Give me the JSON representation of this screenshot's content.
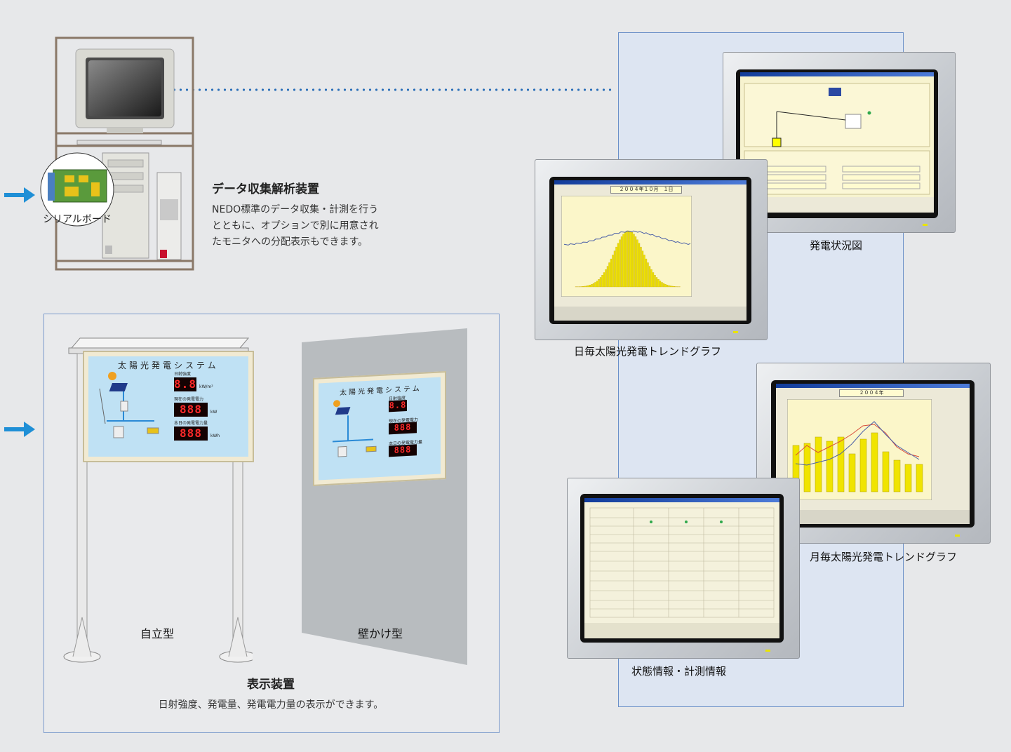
{
  "collector": {
    "title": "データ収集解析装置",
    "desc_lines": [
      "NEDO標準のデータ収集・計測を行う",
      "とともに、オプションで別に用意され",
      "たモニタへの分配表示もできます。"
    ],
    "board_label": "シリアルボード"
  },
  "display": {
    "title": "表示装置",
    "desc": "日射強度、発電量、発電電力量の表示ができます。",
    "standalone_label": "自立型",
    "wall_label": "壁かけ型",
    "sign_title": "太陽光発電システム",
    "sign_items": {
      "irradiance": "日射強度",
      "current_power": "現在の発電電力",
      "today_energy": "本日の発電電力量"
    },
    "led_values": {
      "irradiance": "8.8",
      "current_power": "888",
      "today_energy": "888"
    },
    "units": {
      "irradiance": "kW/m²",
      "current_power": "kW",
      "today_energy": "kWh"
    }
  },
  "screens": {
    "status_diagram": {
      "label": "発電状況図"
    },
    "daily_trend": {
      "label": "日毎太陽光発電トレンドグラフ",
      "date_text": "２００４年１０月　１日"
    },
    "monthly_trend": {
      "label": "月毎太陽光発電トレンドグラフ",
      "year_text": "２００４年"
    },
    "status_info": {
      "label": "状態情報・計測情報"
    }
  },
  "colors": {
    "accent_blue": "#1f8fd6",
    "panel_bg": "#dde5f2",
    "chart_bg": "#fbf6c9",
    "bar_yellow": "#f0e400",
    "line_blue": "#4a5fa8",
    "line_red": "#d84b3a"
  }
}
